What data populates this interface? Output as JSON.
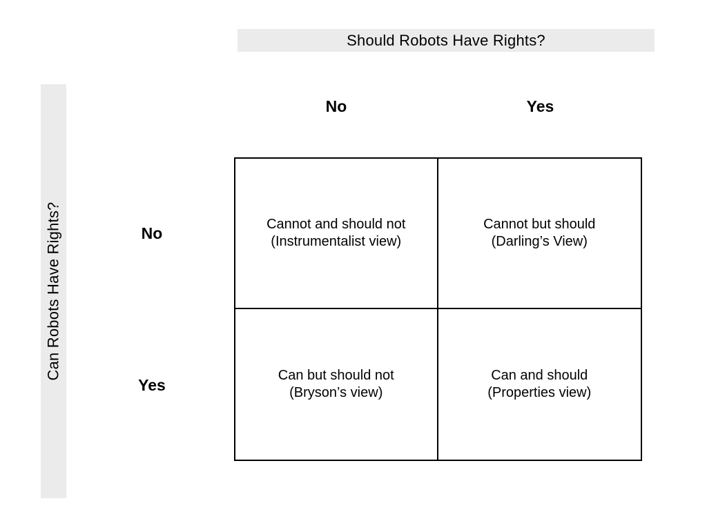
{
  "diagram": {
    "top_title": "Should Robots Have Rights?",
    "left_title": "Can Robots Have Rights?",
    "columns": [
      "No",
      "Yes"
    ],
    "rows": [
      "No",
      "Yes"
    ],
    "cells": [
      {
        "line1": "Cannot and should not",
        "line2": "(Instrumentalist view)"
      },
      {
        "line1": "Cannot but should",
        "line2": "(Darling’s View)"
      },
      {
        "line1": "Can but should not",
        "line2": "(Bryson’s view)"
      },
      {
        "line1": "Can and should",
        "line2": "(Properties view)"
      }
    ],
    "colors": {
      "band_background": "#ebebeb",
      "border": "#000000",
      "text": "#000000"
    }
  }
}
